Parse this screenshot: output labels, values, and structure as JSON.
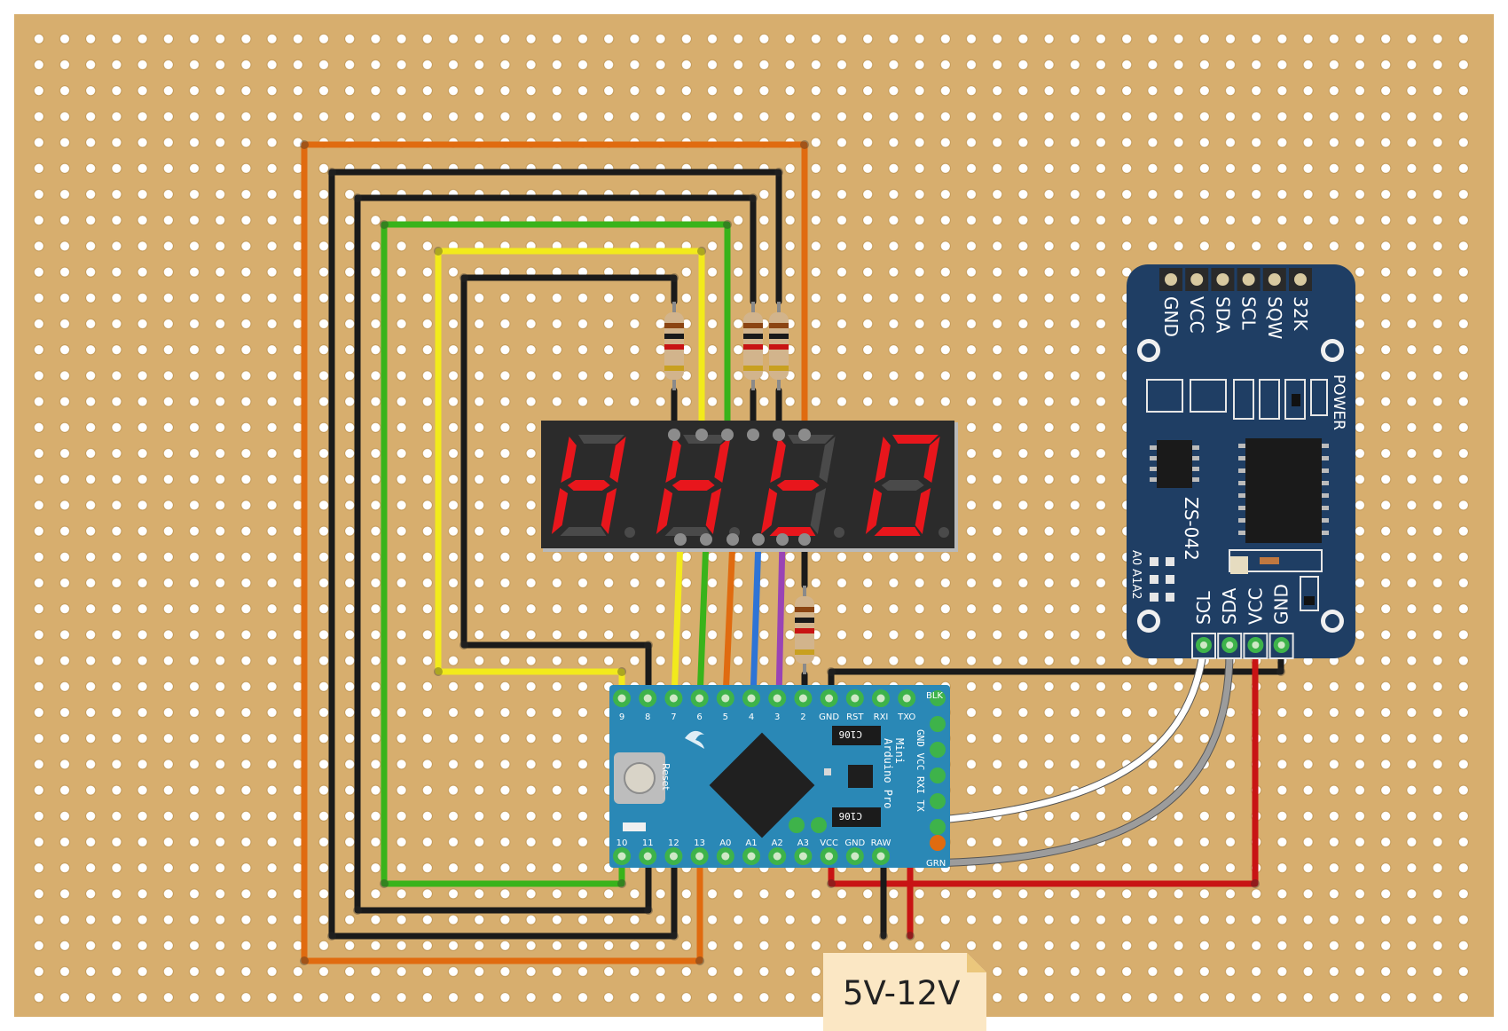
{
  "arduino": {
    "top_pins": [
      "9",
      "8",
      "7",
      "6",
      "5",
      "4",
      "3",
      "2",
      "GND",
      "RST",
      "RXI",
      "TXO"
    ],
    "blk": "BLK",
    "bottom_pins": [
      "10",
      "11",
      "12",
      "13",
      "A0",
      "A1",
      "A2",
      "A3",
      "VCC",
      "GND",
      "RAW"
    ],
    "grn": "GRN",
    "reset": "Reset",
    "name_line1": "Mini",
    "name_line2": "Arduino Pro",
    "side_pins": "GND VCC RXI TX",
    "cap": "C106"
  },
  "rtc": {
    "top_pins": [
      "GND",
      "VCC",
      "SDA",
      "SCL",
      "SQW",
      "32K"
    ],
    "power": "POWER",
    "model": "ZS-042",
    "addr": [
      "A0",
      "A1",
      "A2"
    ],
    "bottom_pins": [
      "SCL",
      "SDA",
      "VCC",
      "GND"
    ]
  },
  "power_label": "5V-12V",
  "colors": {
    "board": "#D7AE6E",
    "hole": "#FFFFFF",
    "orange": "#E06B10",
    "black": "#1A1A1A",
    "green": "#39B31B",
    "yellow": "#F2EA1C",
    "blue": "#2E74D6",
    "purple": "#9A44B4",
    "red": "#C81414",
    "white": "#FFFFFF",
    "gray": "#9C9C9C",
    "arduino": "#2A88B6",
    "rtc": "#1F3E64",
    "led_on": "#E8161C",
    "led_off": "#4A4A4A"
  }
}
